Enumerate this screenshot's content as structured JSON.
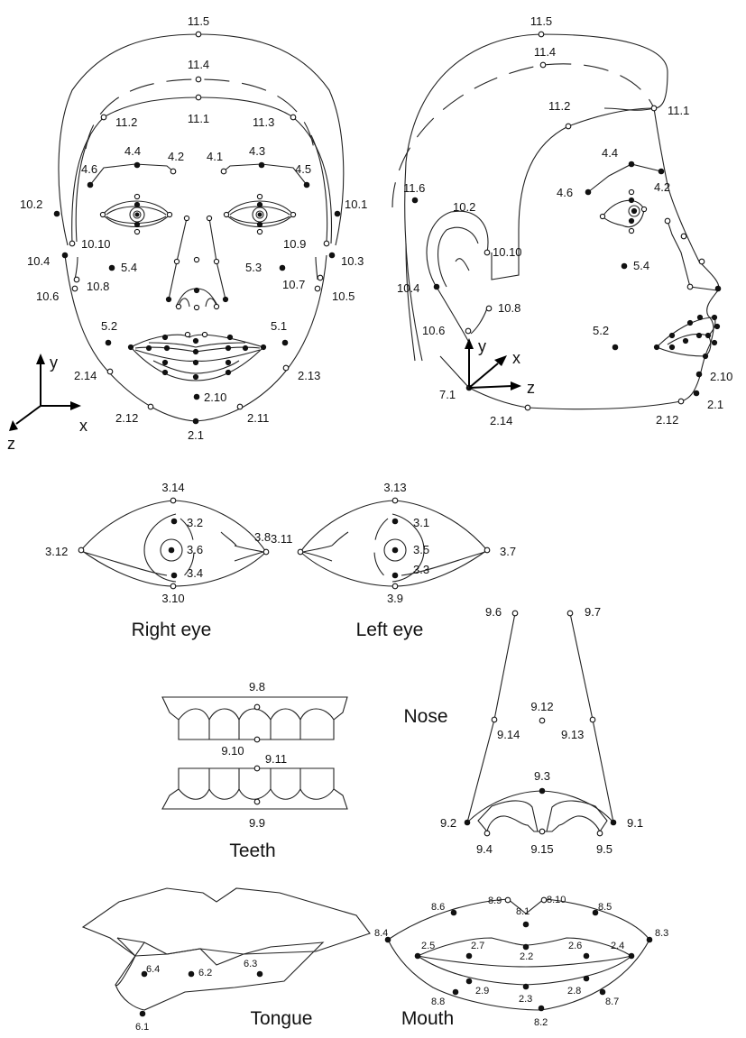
{
  "figure": {
    "captions": {
      "right_eye": "Right eye",
      "left_eye": "Left eye",
      "nose": "Nose",
      "teeth": "Teeth",
      "tongue": "Tongue",
      "mouth": "Mouth"
    },
    "axes": {
      "front": {
        "x": "x",
        "y": "y",
        "z": "z"
      },
      "profile": {
        "x": "x",
        "y": "y",
        "z": "z",
        "origin_label": "7.1"
      }
    },
    "front_face_labels": [
      "11.5",
      "11.4",
      "11.1",
      "11.2",
      "11.3",
      "4.4",
      "4.2",
      "4.1",
      "4.3",
      "4.6",
      "4.5",
      "10.2",
      "10.1",
      "10.10",
      "10.9",
      "10.4",
      "10.3",
      "5.4",
      "5.3",
      "10.8",
      "10.7",
      "10.6",
      "10.5",
      "5.2",
      "5.1",
      "2.14",
      "2.13",
      "2.10",
      "2.12",
      "2.11",
      "2.1"
    ],
    "profile_labels": [
      "11.5",
      "11.4",
      "11.2",
      "11.1",
      "4.4",
      "4.6",
      "4.2",
      "11.6",
      "10.2",
      "10.10",
      "5.4",
      "10.4",
      "10.8",
      "5.2",
      "10.6",
      "2.10",
      "2.14",
      "2.12",
      "2.1"
    ],
    "right_eye_labels": [
      "3.14",
      "3.2",
      "3.12",
      "3.6",
      "3.8",
      "3.4",
      "3.10"
    ],
    "left_eye_labels": [
      "3.13",
      "3.1",
      "3.11",
      "3.5",
      "3.7",
      "3.3",
      "3.9"
    ],
    "nose_labels": [
      "9.6",
      "9.7",
      "9.12",
      "9.14",
      "9.13",
      "9.3",
      "9.2",
      "9.1",
      "9.4",
      "9.15",
      "9.5"
    ],
    "teeth_labels": [
      "9.8",
      "9.10",
      "9.11",
      "9.9"
    ],
    "tongue_labels": [
      "6.4",
      "6.2",
      "6.3",
      "6.1"
    ],
    "mouth_labels": [
      "8.6",
      "8.9",
      "8.10",
      "8.5",
      "8.4",
      "8.1",
      "8.3",
      "2.5",
      "2.7",
      "2.2",
      "2.6",
      "2.4",
      "2.9",
      "2.3",
      "2.8",
      "8.8",
      "8.7",
      "8.2"
    ]
  }
}
